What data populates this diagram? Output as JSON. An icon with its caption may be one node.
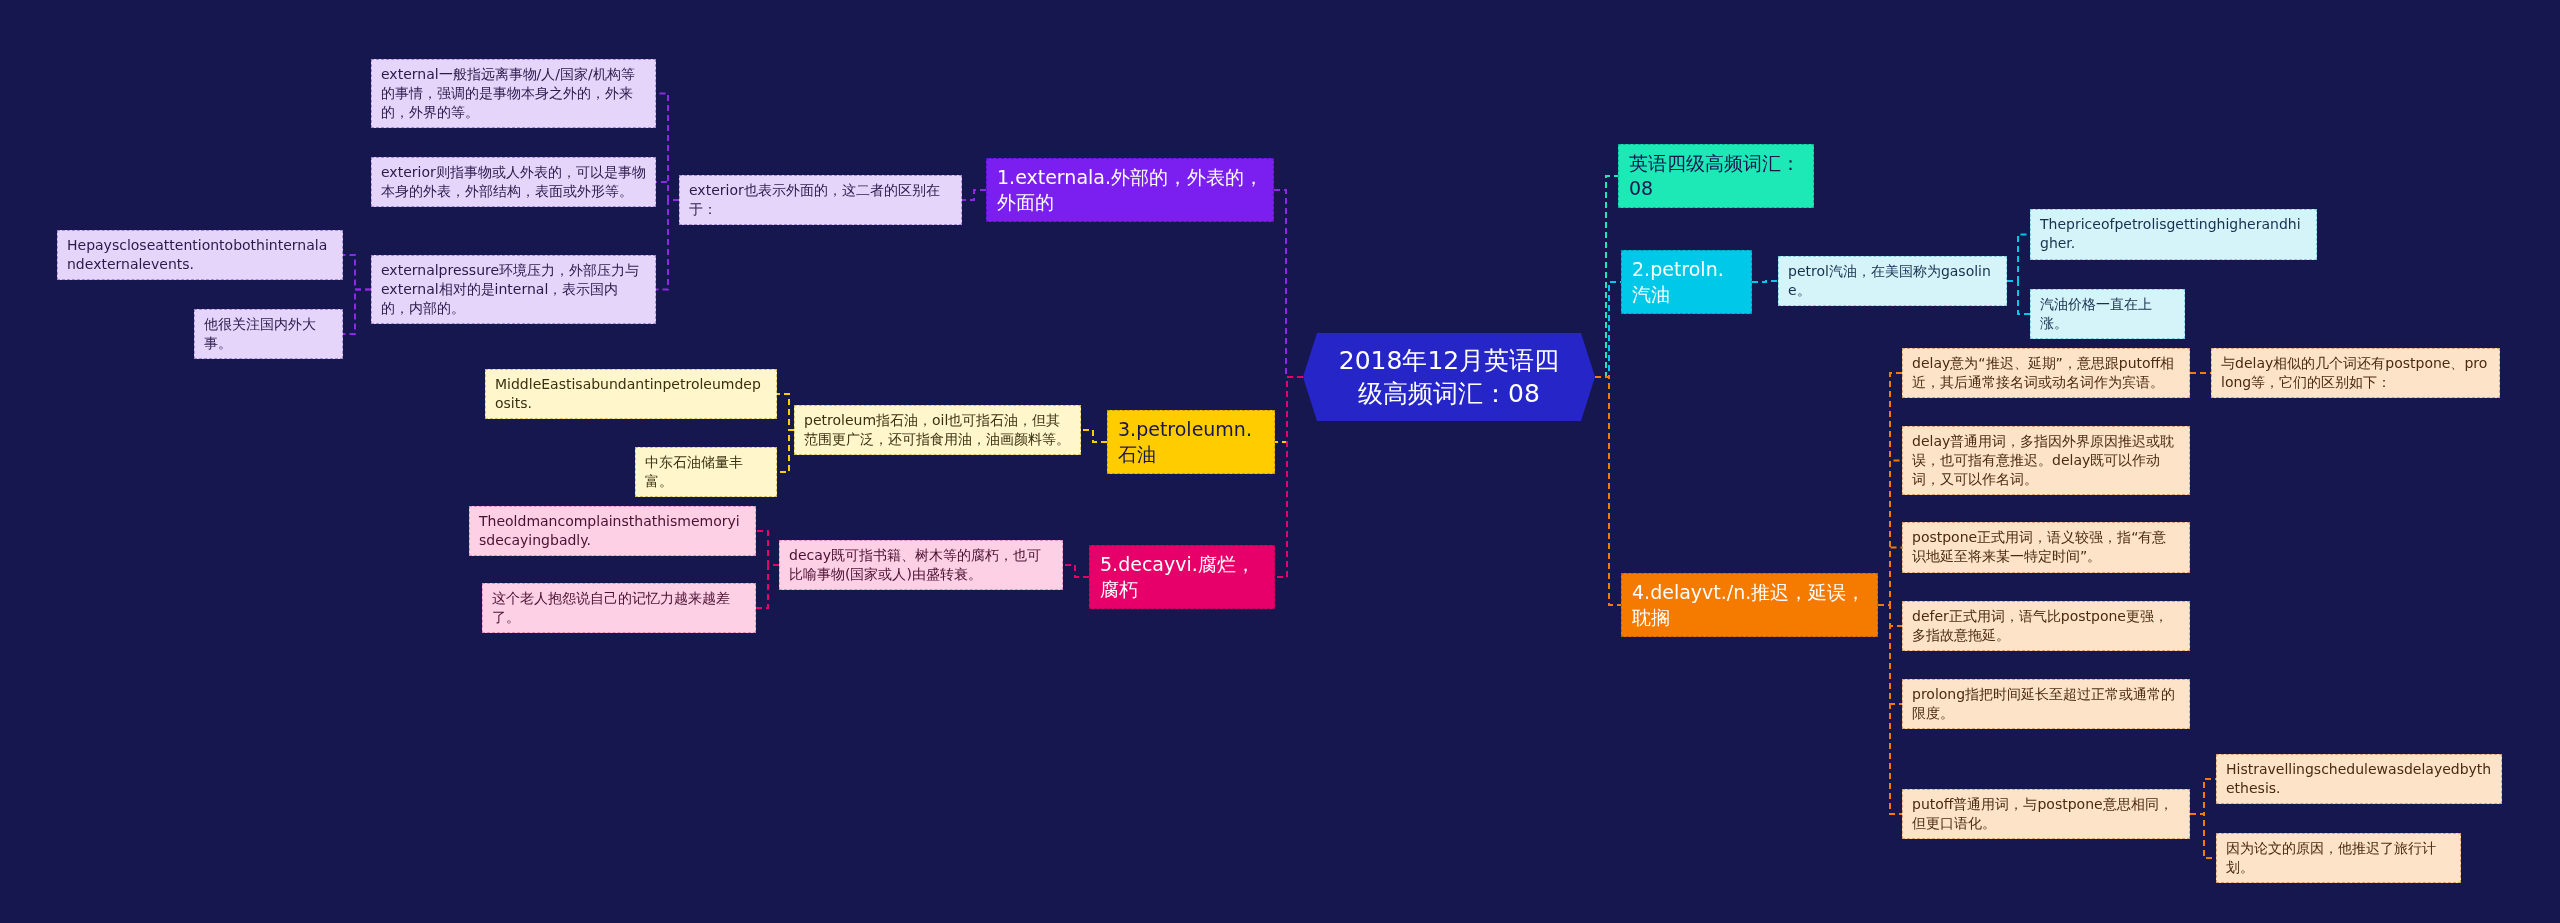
{
  "diagram": {
    "nodes": [
      {
        "text": [
          "2018年12月英语四级高频词汇：08"
        ]
      },
      {
        "text": [
          "英语四级高频词汇：08"
        ]
      },
      {
        "text": [
          "2.petroln.汽油"
        ]
      },
      {
        "text": [
          "petrol汽油，在美国称为gasoline。"
        ]
      },
      {
        "text": [
          "Thepriceofpetrolisgettinghigherandhigher."
        ]
      },
      {
        "text": [
          "汽油价格一直在上涨。"
        ]
      },
      {
        "text": [
          "4.delayvt./n.推迟，延误，耽搁"
        ]
      },
      {
        "text": [
          "delay意为“推迟、延期”，意思跟putoff相近，其后通常接名词或动名词作为宾语。"
        ]
      },
      {
        "text": [
          "与delay相似的几个词还有postpone、prolong等，它们的区别如下："
        ]
      },
      {
        "text": [
          "delay普通用词，多指因外界原因推迟或耽误，也可指有意推迟。delay既可以作动词，又可以作名词。"
        ]
      },
      {
        "text": [
          "postpone正式用词，语义较强，指“有意识地延至将来某一特定时间”。"
        ]
      },
      {
        "text": [
          "defer正式用词，语气比postpone更强，多指故意拖延。"
        ]
      },
      {
        "text": [
          "prolong指把时间延长至超过正常或通常的限度。"
        ]
      },
      {
        "text": [
          "putoff普通用词，与postpone意思相同，但更口语化。"
        ]
      },
      {
        "text": [
          "Histravellingschedulewasdelayedbythethesis."
        ]
      },
      {
        "text": [
          "因为论文的原因，他推迟了旅行计划。"
        ]
      },
      {
        "text": [
          "1.externala.外部的，外表的，外面的"
        ]
      },
      {
        "text": [
          "exterior也表示外面的，这二者的区别在于："
        ]
      },
      {
        "text": [
          "external一般指远离事物/人/国家/机构等的事情，强调的是事物本身之外的，外来的，外界的等。"
        ]
      },
      {
        "text": [
          "exterior则指事物或人外表的，可以是事物本身的外表，外部结构，表面或外形等。"
        ]
      },
      {
        "text": [
          "externalpressure环境压力，外部压力与external相对的是internal，表示国内的，内部的。"
        ]
      },
      {
        "text": [
          "Hepayscloseattentiontobothinternalandexternalevents."
        ]
      },
      {
        "text": [
          "他很关注国内外大事。"
        ]
      },
      {
        "text": [
          "3.petroleumn.石油"
        ]
      },
      {
        "text": [
          "petroleum指石油，oil也可指石油，但其范围更广泛，还可指食用油，油画颜料等。"
        ]
      },
      {
        "text": [
          "MiddleEastisabundantinpetroleumdeposits."
        ]
      },
      {
        "text": [
          "中东石油储量丰富。"
        ]
      },
      {
        "text": [
          "5.decayvi.腐烂，腐朽"
        ]
      },
      {
        "text": [
          "decay既可指书籍、树木等的腐朽，也可比喻事物(国家或人)由盛转衰。"
        ]
      },
      {
        "text": [
          "Theoldmancomplainsthathismemoryisdecayingbadly."
        ]
      },
      {
        "text": [
          "这个老人抱怨说自己的记忆力越来越差了。"
        ]
      }
    ],
    "edges": [
      {
        "from": 0,
        "to": 1,
        "arrow": "none",
        "style": "dashed",
        "color": "#1de9b6"
      },
      {
        "from": 0,
        "to": 2,
        "arrow": "none",
        "style": "dashed",
        "color": "#00c8e8"
      },
      {
        "from": 2,
        "to": 3,
        "arrow": "none",
        "style": "dashed",
        "color": "#00c8e8"
      },
      {
        "from": 3,
        "to": 4,
        "arrow": "none",
        "style": "dashed",
        "color": "#00c8e8"
      },
      {
        "from": 3,
        "to": 5,
        "arrow": "none",
        "style": "dashed",
        "color": "#00c8e8"
      },
      {
        "from": 0,
        "to": 6,
        "arrow": "none",
        "style": "dashed",
        "color": "#f47a00"
      },
      {
        "from": 6,
        "to": 7,
        "arrow": "none",
        "style": "dashed",
        "color": "#f47a00"
      },
      {
        "from": 7,
        "to": 8,
        "arrow": "none",
        "style": "dashed",
        "color": "#f47a00"
      },
      {
        "from": 6,
        "to": 9,
        "arrow": "none",
        "style": "dashed",
        "color": "#f47a00"
      },
      {
        "from": 6,
        "to": 10,
        "arrow": "none",
        "style": "dashed",
        "color": "#f47a00"
      },
      {
        "from": 6,
        "to": 11,
        "arrow": "none",
        "style": "dashed",
        "color": "#f47a00"
      },
      {
        "from": 6,
        "to": 12,
        "arrow": "none",
        "style": "dashed",
        "color": "#f47a00"
      },
      {
        "from": 6,
        "to": 13,
        "arrow": "none",
        "style": "dashed",
        "color": "#f47a00"
      },
      {
        "from": 13,
        "to": 14,
        "arrow": "none",
        "style": "dashed",
        "color": "#f47a00"
      },
      {
        "from": 13,
        "to": 15,
        "arrow": "none",
        "style": "dashed",
        "color": "#f47a00"
      },
      {
        "from": 0,
        "to": 16,
        "arrow": "none",
        "style": "dashed",
        "color": "#8a2be2"
      },
      {
        "from": 16,
        "to": 17,
        "arrow": "none",
        "style": "dashed",
        "color": "#8a2be2"
      },
      {
        "from": 17,
        "to": 18,
        "arrow": "none",
        "style": "dashed",
        "color": "#8a2be2"
      },
      {
        "from": 17,
        "to": 19,
        "arrow": "none",
        "style": "dashed",
        "color": "#8a2be2"
      },
      {
        "from": 17,
        "to": 20,
        "arrow": "none",
        "style": "dashed",
        "color": "#8a2be2"
      },
      {
        "from": 20,
        "to": 21,
        "arrow": "none",
        "style": "dashed",
        "color": "#8a2be2"
      },
      {
        "from": 20,
        "to": 22,
        "arrow": "none",
        "style": "dashed",
        "color": "#8a2be2"
      },
      {
        "from": 0,
        "to": 23,
        "arrow": "none",
        "style": "dashed",
        "color": "#ffcc00"
      },
      {
        "from": 23,
        "to": 24,
        "arrow": "none",
        "style": "dashed",
        "color": "#ffcc00"
      },
      {
        "from": 24,
        "to": 25,
        "arrow": "none",
        "style": "dashed",
        "color": "#ffcc00"
      },
      {
        "from": 24,
        "to": 26,
        "arrow": "none",
        "style": "dashed",
        "color": "#ffcc00"
      },
      {
        "from": 0,
        "to": 27,
        "arrow": "none",
        "style": "dashed",
        "color": "#e8006a"
      },
      {
        "from": 27,
        "to": 28,
        "arrow": "none",
        "style": "dashed",
        "color": "#e8006a"
      },
      {
        "from": 28,
        "to": 29,
        "arrow": "none",
        "style": "dashed",
        "color": "#e8006a"
      },
      {
        "from": 28,
        "to": 30,
        "arrow": "none",
        "style": "dashed",
        "color": "#e8006a"
      }
    ]
  }
}
